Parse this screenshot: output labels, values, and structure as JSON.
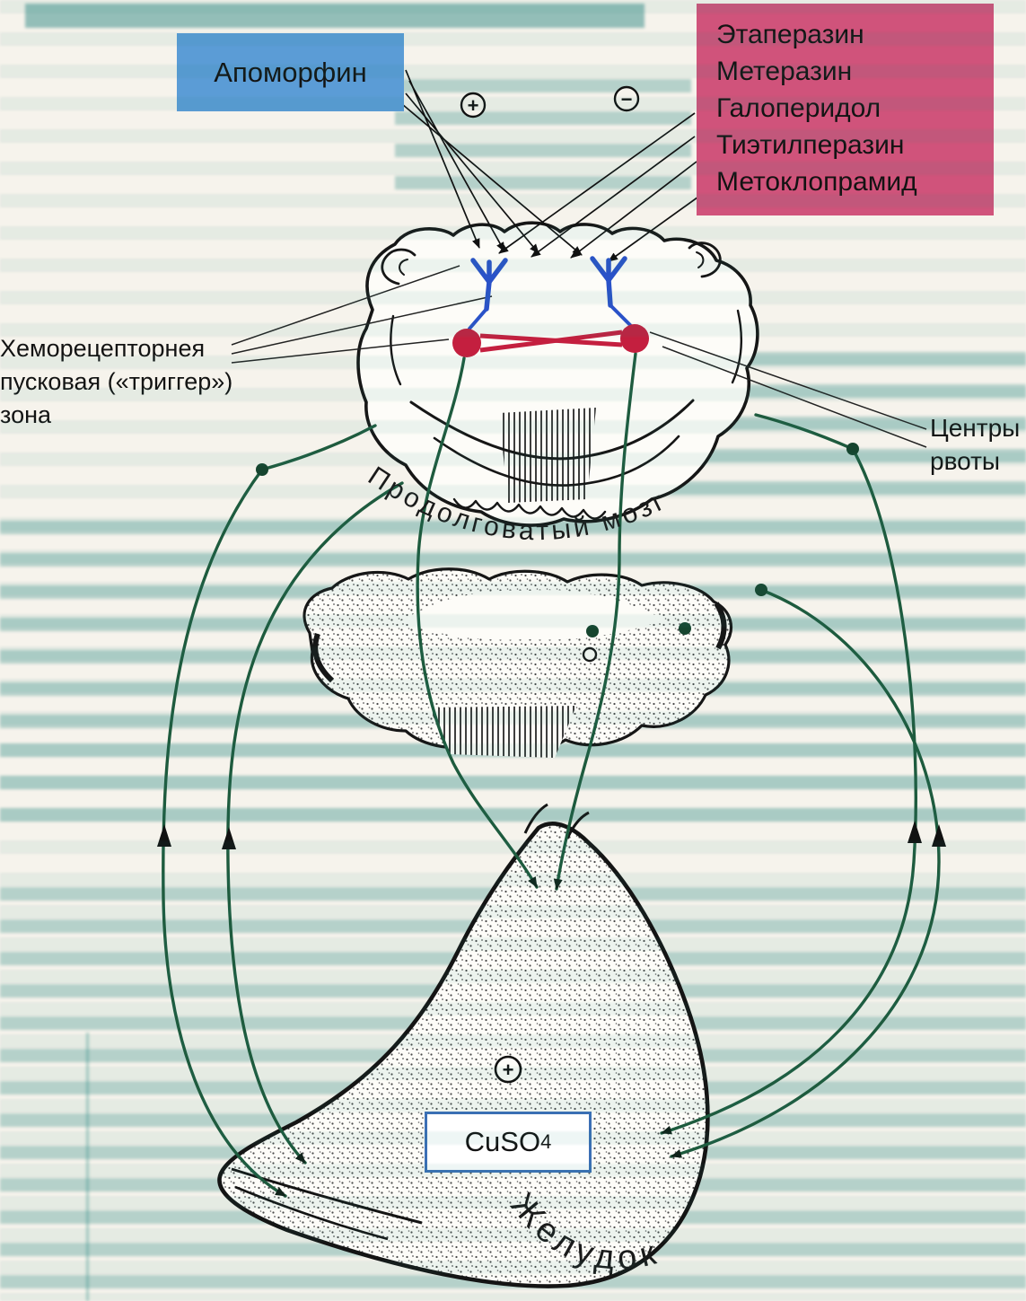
{
  "drug_boxes": {
    "emetic": "Апоморфин",
    "antiemetics": [
      "Этаперазин",
      "Метеразин",
      "Галоперидол",
      "Тиэтилперазин",
      "Метоклопрамид"
    ]
  },
  "labels": {
    "trigger_zone": [
      "Хеморецепторнея",
      "пусковая («триггер»)",
      "зона"
    ],
    "vomiting_centers": [
      "Центры",
      "рвоты"
    ],
    "medulla": "Продолговатый мозг",
    "stomach": "Желудок",
    "cuso4_base": "CuSO",
    "cuso4_sub": "4",
    "plus_sign": "+",
    "minus_sign": "−"
  },
  "colors": {
    "emetic_box_blue": "#5b9cd6",
    "antiemetic_box_pink": "#d0537b",
    "nerve_line_green": "#1e5b3e",
    "vomiting_center_red": "#c41f3f",
    "receptor_blue": "#2a52c8",
    "cuso4_border_blue": "#3b6fb5",
    "bleed_text_teal": "#2c8a84"
  }
}
